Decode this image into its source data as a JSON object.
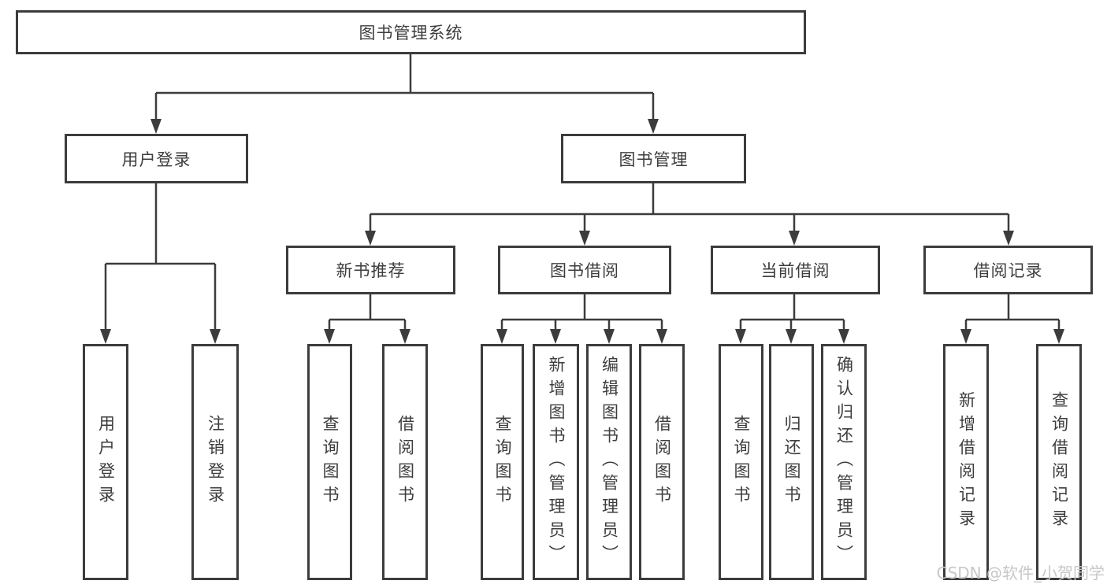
{
  "tree": {
    "root": {
      "label": "图书管理系统",
      "children": [
        {
          "label": "用户登录",
          "children": [
            {
              "label": "用户登录"
            },
            {
              "label": "注销登录"
            }
          ]
        },
        {
          "label": "图书管理",
          "children": [
            {
              "label": "新书推荐",
              "children": [
                {
                  "label": "查询图书"
                },
                {
                  "label": "借阅图书"
                }
              ]
            },
            {
              "label": "图书借阅",
              "children": [
                {
                  "label": "查询图书"
                },
                {
                  "label": "新增图书（管理员）"
                },
                {
                  "label": "编辑图书（管理员）"
                },
                {
                  "label": "借阅图书"
                }
              ]
            },
            {
              "label": "当前借阅",
              "children": [
                {
                  "label": "查询图书"
                },
                {
                  "label": "归还图书"
                },
                {
                  "label": "确认归还（管理员）"
                }
              ]
            },
            {
              "label": "借阅记录",
              "children": [
                {
                  "label": "新增借阅记录"
                },
                {
                  "label": "查询借阅记录"
                }
              ]
            }
          ]
        }
      ]
    }
  },
  "watermark": {
    "text": "CSDN @软件_小贺同学"
  },
  "colors": {
    "line": "#3c3c3c",
    "text": "#3d3d3d",
    "watermark": "#c7c7c7",
    "background": "#ffffff"
  }
}
